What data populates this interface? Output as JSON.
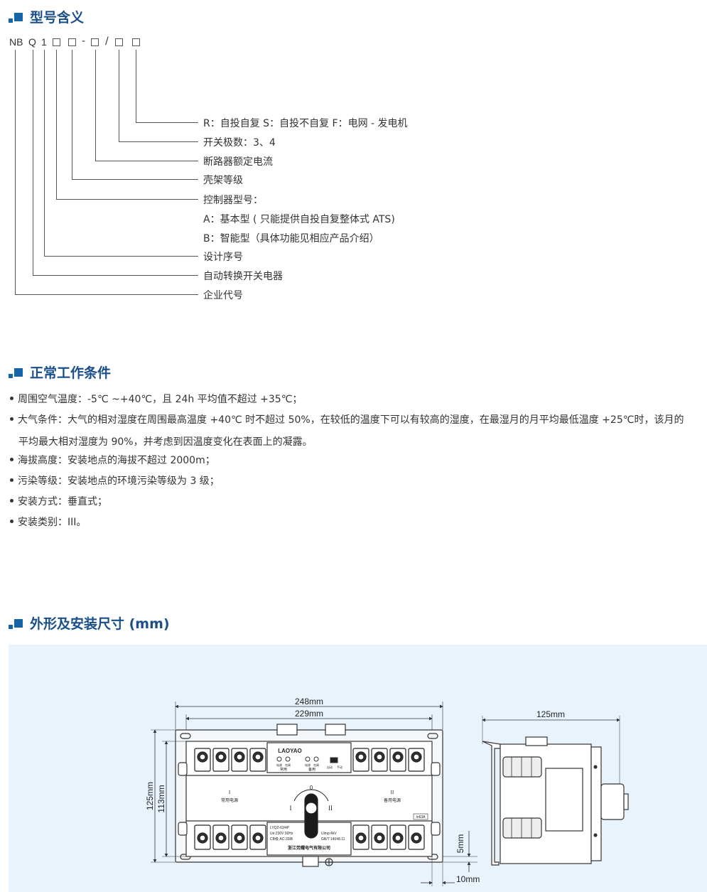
{
  "sections": {
    "model": "型号含义",
    "conditions": "正常工作条件",
    "dimensions": "外形及安装尺寸 (mm)"
  },
  "model_code": {
    "letters": [
      "NB",
      "Q",
      "1"
    ],
    "dash": "-",
    "slash": "/"
  },
  "model_meaning": [
    "R：自投自复 S：自投不自复 F：电网 - 发电机",
    "开关极数：3、4",
    "断路器额定电流",
    "壳架等级",
    "控制器型号：",
    "A：基本型 ( 只能提供自投自复整体式 ATS)",
    "B：智能型（具体功能见相应产品介绍）",
    "设计序号",
    "自动转换开关电器",
    "企业代号"
  ],
  "conditions": {
    "c1": "周围空气温度：-5℃ ~+40℃，且 24h 平均值不超过 +35℃；",
    "c2a": "大气条件：大气的相对湿度在周围最高温度 +40℃ 时不超过 50%，在较低的温度下可以有较高的湿度，在最湿月的月平均最低温度 +25℃时，该月的",
    "c2b": "平均最大相对湿度为 90%，并考虑到因温度变化在表面上的凝露。",
    "c3": "海拔高度：安装地点的海拔不超过 2000m；",
    "c4": "污染等级：安装地点的环境污染等级为 3 级；",
    "c5": "安装方式：垂直式；",
    "c6": "安装类别：III。"
  },
  "drawing": {
    "dim_248": "248mm",
    "dim_229": "229mm",
    "dim_125h": "125mm",
    "dim_113": "113mm",
    "dim_125w": "125mm",
    "dim_5": "5mm",
    "dim_10": "10mm",
    "brand": "LAOYAO",
    "lbl_common": "常用",
    "lbl_backup": "备用",
    "lbl_dianyuan1": "电源",
    "lbl_hezha1": "合闸",
    "lbl_dianyuan2": "电源",
    "lbl_hezha2": "合闸",
    "lbl_auto": "自动",
    "lbl_manual": "手动",
    "roman_1": "I",
    "roman_2": "II",
    "common_power": "常用电源",
    "backup_power": "备用电源",
    "switch_0": "0",
    "switch_1": "I",
    "switch_2": "II",
    "rating_badge": "In63A",
    "model_label": "LYQ2-63/4P",
    "ue_label": "Ue:230V 50Hz",
    "cb_label": "CB级    AC-33iB",
    "uimp_label": "Uimp:4kV",
    "std_label": "GB/T 14048.11",
    "company": "浙江劳耀电气有限公司"
  }
}
